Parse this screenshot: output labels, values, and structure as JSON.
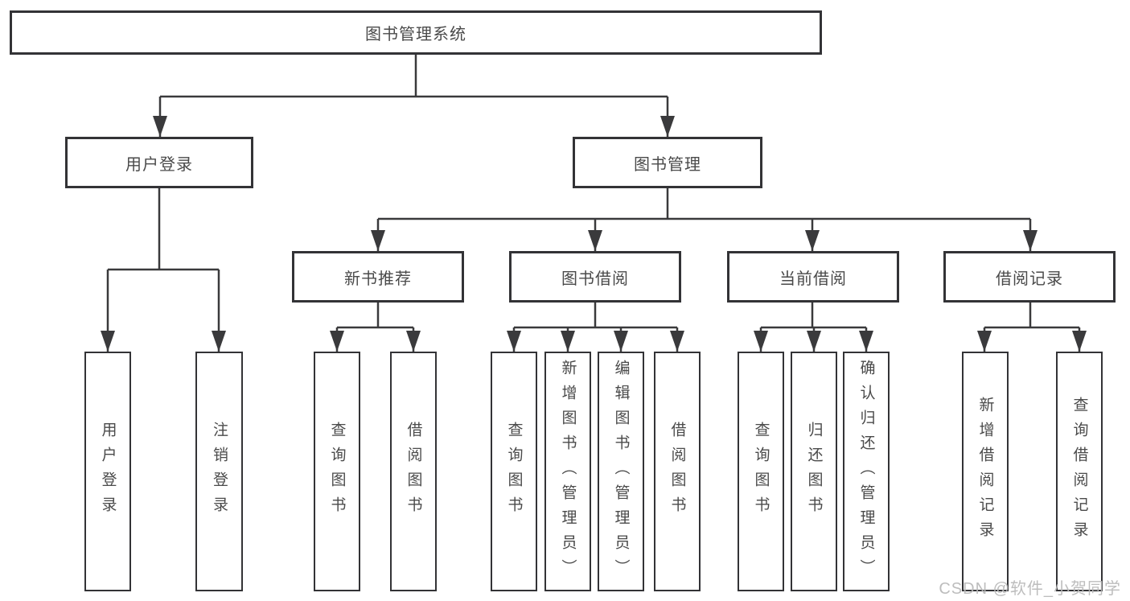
{
  "diagram": {
    "root": {
      "label": "图书管理系统"
    },
    "branches": [
      {
        "label": "用户登录",
        "children": [
          {
            "label": "用户登录"
          },
          {
            "label": "注销登录"
          }
        ]
      },
      {
        "label": "图书管理",
        "groups": [
          {
            "label": "新书推荐",
            "children": [
              {
                "label": "查询图书"
              },
              {
                "label": "借阅图书"
              }
            ]
          },
          {
            "label": "图书借阅",
            "children": [
              {
                "label": "查询图书"
              },
              {
                "label": "新增图书（管理员）"
              },
              {
                "label": "编辑图书（管理员）"
              },
              {
                "label": "借阅图书"
              }
            ]
          },
          {
            "label": "当前借阅",
            "children": [
              {
                "label": "查询图书"
              },
              {
                "label": "归还图书"
              },
              {
                "label": "确认归还（管理员）"
              }
            ]
          },
          {
            "label": "借阅记录",
            "children": [
              {
                "label": "新增借阅记录"
              },
              {
                "label": "查询借阅记录"
              }
            ]
          }
        ]
      }
    ]
  },
  "watermark": {
    "text": "CSDN @软件_小贺同学"
  },
  "colors": {
    "line": "#3a3a3c",
    "box_border": "#333336",
    "text": "#4a4a4a",
    "watermark": "#b9b9b9",
    "background": "#ffffff"
  }
}
